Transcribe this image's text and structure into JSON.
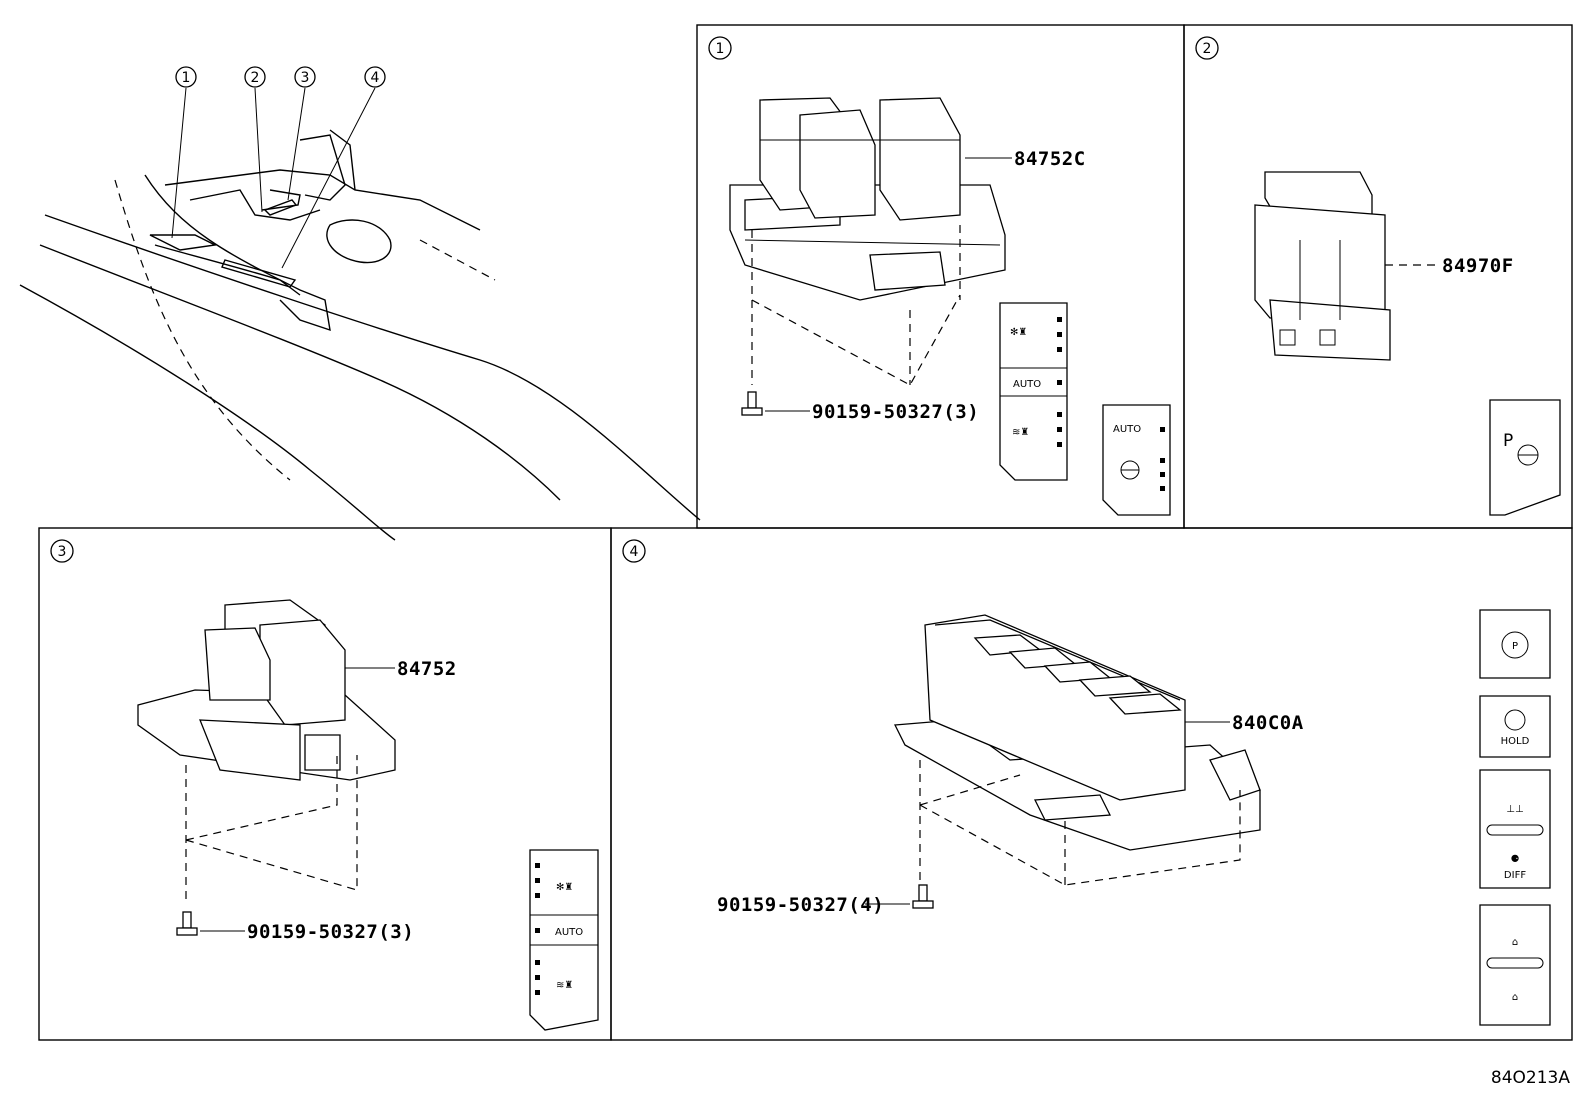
{
  "overview": {
    "callouts": [
      "1",
      "2",
      "3",
      "4"
    ]
  },
  "sections": [
    {
      "id": "1",
      "badge": "1",
      "part_no": "84752C",
      "screw": "90159-50327(3)",
      "switch_face": {
        "auto_label": "AUTO"
      },
      "aux_switch": {
        "auto_label": "AUTO"
      }
    },
    {
      "id": "2",
      "badge": "2",
      "part_no": "84970F",
      "icon_letter": "P"
    },
    {
      "id": "3",
      "badge": "3",
      "part_no": "84752",
      "screw": "90159-50327(3)",
      "switch_face": {
        "auto_label": "AUTO"
      }
    },
    {
      "id": "4",
      "badge": "4",
      "part_no": "840C0A",
      "screw": "90159-50327(4)",
      "icons": {
        "parking_letter": "P",
        "hold_label": "HOLD",
        "diff_label": "DIFF"
      }
    }
  ],
  "diagram_ref": "84O213A"
}
